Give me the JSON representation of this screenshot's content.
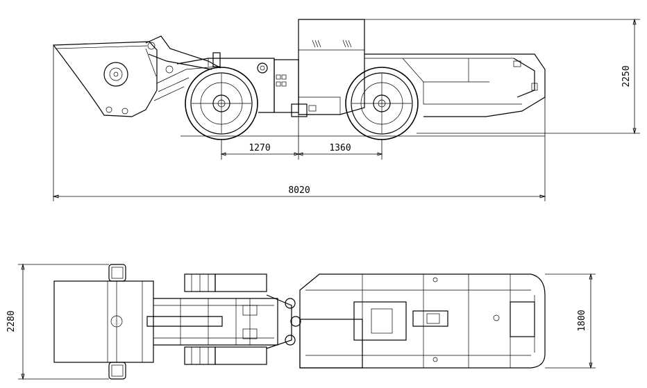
{
  "dimensions": {
    "front_axle_to_pivot": "1270",
    "pivot_to_rear_axle": "1360",
    "overall_length": "8020",
    "overall_height": "2250",
    "bucket_width": "2280",
    "body_width": "1800"
  }
}
